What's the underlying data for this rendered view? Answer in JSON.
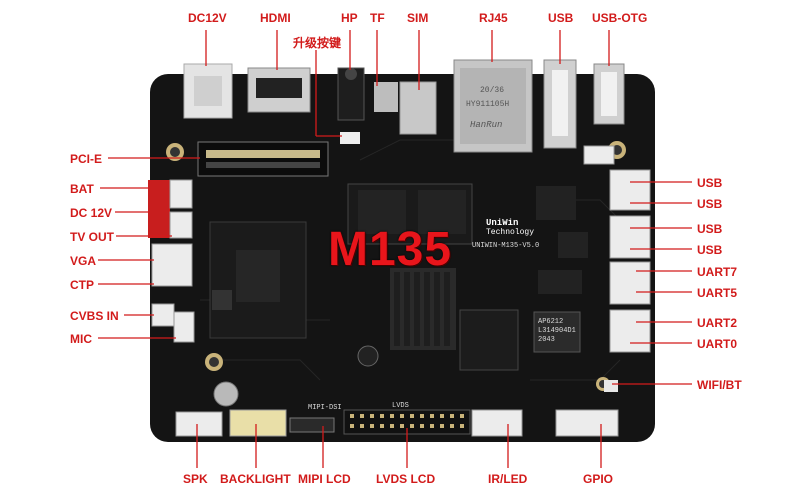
{
  "board": {
    "model": "M135",
    "logo_line1": "UniWin",
    "logo_line2": "Technology",
    "version": "UNIWIN-M135-V5.0",
    "rj45_marking1": "HanRun",
    "rj45_marking2": "HY911105H",
    "rj45_marking3": "20/36",
    "chip_marking1": "AP6212",
    "chip_marking2": "L314904D1",
    "chip_marking3": "2043",
    "silk_mipi": "MIPI-DSI",
    "silk_lvds": "LVDS"
  },
  "labels": {
    "top": [
      "DC12V",
      "HDMI",
      "HP",
      "TF",
      "SIM",
      "RJ45",
      "USB",
      "USB-OTG"
    ],
    "upgrade": "升级按键",
    "left": [
      "PCI-E",
      "BAT",
      "DC 12V",
      "TV OUT",
      "VGA",
      "CTP",
      "CVBS IN",
      "MIC"
    ],
    "right": [
      "USB",
      "USB",
      "USB",
      "USB",
      "UART7",
      "UART5",
      "UART2",
      "UART0",
      "WIFI/BT"
    ],
    "bottom": [
      "SPK",
      "BACKLIGHT",
      "MIPI LCD",
      "LVDS LCD",
      "IR/LED",
      "GPIO"
    ]
  },
  "colors": {
    "label": "#d21b1b",
    "board": "#141414",
    "connector": "#e8e8e8",
    "model_text": "#e8151b"
  }
}
